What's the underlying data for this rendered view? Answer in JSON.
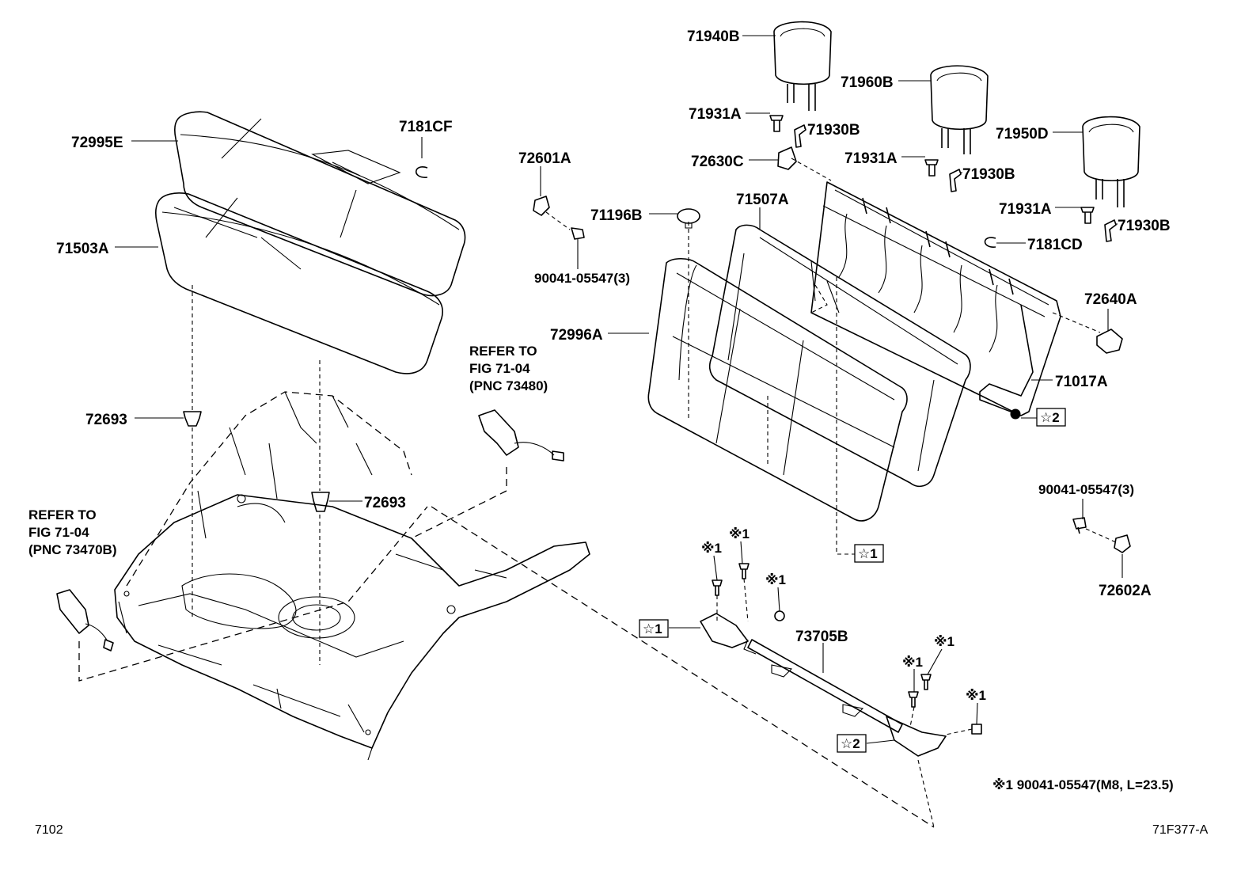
{
  "diagram": {
    "part_labels": {
      "headrest_left": "71940B",
      "headrest_center": "71960B",
      "headrest_right": "71950D",
      "guide_1_a": "71931A",
      "guide_1_b": "71930B",
      "guide_2_a": "71931A",
      "guide_2_b": "71930B",
      "guide_3_a": "71931A",
      "guide_3_b": "71930B",
      "cover_72630C": "72630C",
      "pad_71507A": "71507A",
      "frame_71017A": "71017A",
      "knob_72640A": "72640A",
      "clip_7181CD": "7181CD",
      "cover_72996A": "72996A",
      "grommet_71196B": "71196B",
      "lock_72601A": "72601A",
      "bolt_upper": "90041-05547(3)",
      "cushion_cover_72995E": "72995E",
      "clip_7181CF": "7181CF",
      "cushion_pad_71503A": "71503A",
      "hook_72693_upper": "72693",
      "hook_72693_lower": "72693",
      "bolt_right": "90041-05547(3)",
      "lock_72602A": "72602A",
      "bracket_73705B": "73705B"
    },
    "refer_right": [
      "REFER TO",
      "FIG 71-04",
      "(PNC 73480)"
    ],
    "refer_left": [
      "REFER TO",
      "FIG 71-04",
      "(PNC 73470B)"
    ],
    "star_marks": {
      "star1": "☆1",
      "star2": "☆2"
    },
    "note_marks": {
      "x1": "※1"
    },
    "footnote": "※1 90041-05547(M8, L=23.5)",
    "page_code": "7102",
    "figure_code": "71F377-A"
  }
}
